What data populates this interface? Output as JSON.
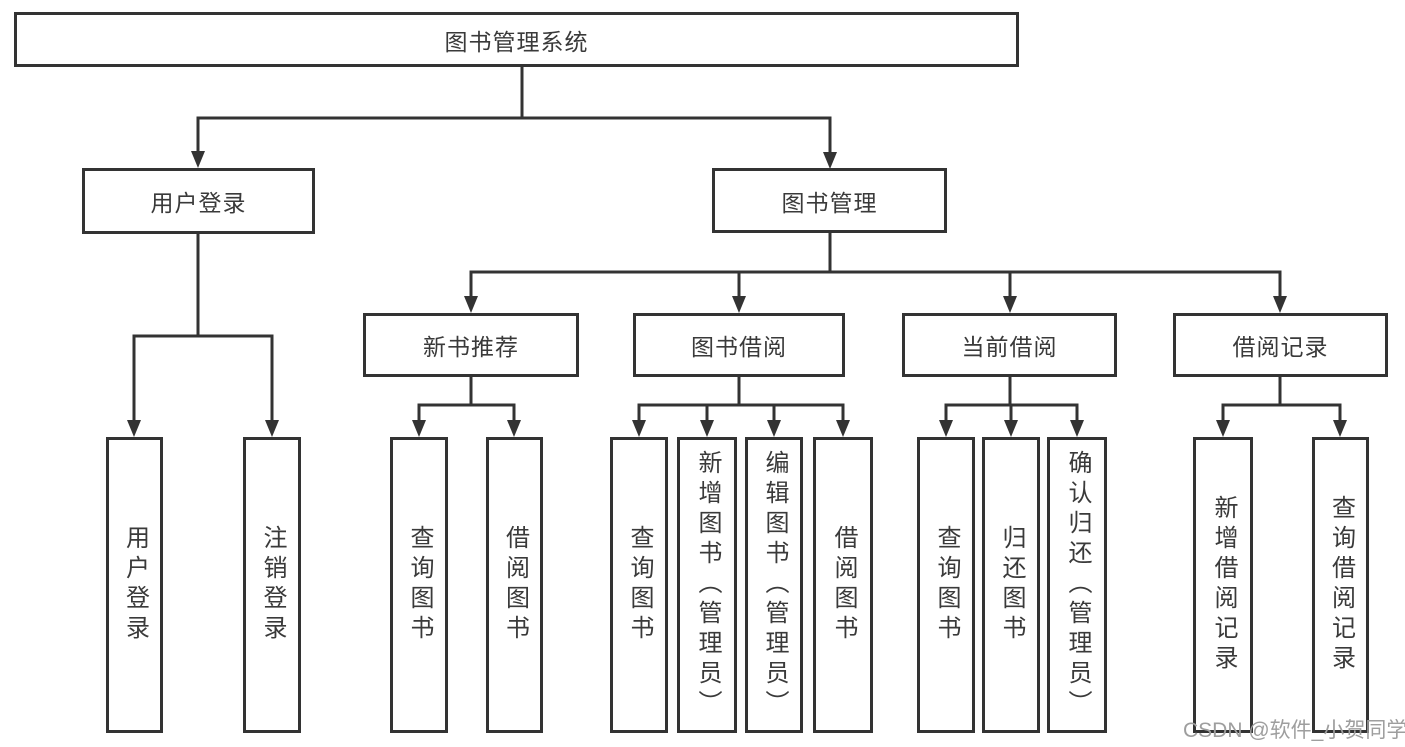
{
  "nodes": {
    "root": "图书管理系统",
    "user_login": "用户登录",
    "book_mgmt": "图书管理",
    "new_books": "新书推荐",
    "book_borrow": "图书借阅",
    "current_borrow": "当前借阅",
    "borrow_records": "借阅记录",
    "leaves": {
      "user_login": [
        "用户登录",
        "注销登录"
      ],
      "new_books": [
        "查询图书",
        "借阅图书"
      ],
      "book_borrow": [
        "查询图书",
        "新增图书（管理员）",
        "编辑图书（管理员）",
        "借阅图书"
      ],
      "current_borrow": [
        "查询图书",
        "归还图书",
        "确认归还（管理员）"
      ],
      "borrow_records": [
        "新增借阅记录",
        "查询借阅记录"
      ]
    }
  },
  "watermark": {
    "text": "CSDN @软件_小贺同学",
    "color": "#9e9e9e"
  },
  "colors": {
    "line": "#333333",
    "box_border": "#333333",
    "text": "#3a3a3a",
    "background": "#ffffff"
  }
}
